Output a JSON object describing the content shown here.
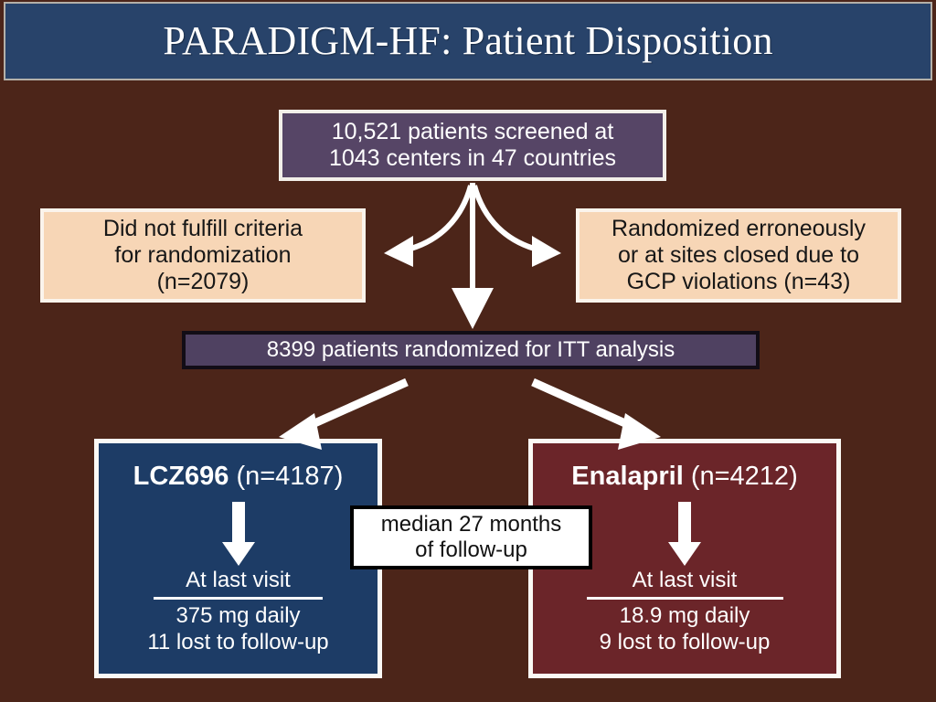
{
  "slide": {
    "background_color": "#4c2519",
    "title": "PARADIGM-HF: Patient Disposition",
    "title_bar_color": "#28436a",
    "title_text_color": "#ffffff"
  },
  "flowchart": {
    "screened": {
      "line1": "10,521 patients screened at",
      "line2": "1043 centers in 47 countries",
      "fill_color": "#564566",
      "border_color": "#f2efe9",
      "text_color": "#ffffff"
    },
    "excluded_left": {
      "line1": "Did not fulfill criteria",
      "line2": "for randomization",
      "line3": "(n=2079)",
      "fill_color": "#f7d6b6",
      "border_color": "#fbf4ec",
      "text_color": "#171717"
    },
    "excluded_right": {
      "line1": "Randomized erroneously",
      "line2": "or at sites closed due to",
      "line3": "GCP violations (n=43)",
      "fill_color": "#f7d6b6",
      "border_color": "#fbf4ec",
      "text_color": "#171717"
    },
    "itt": {
      "label": "8399 patients randomized for ITT analysis",
      "fill_color": "#4f4161",
      "border_color": "#120d16",
      "text_color": "#ffffff"
    },
    "arm_lcz": {
      "drug": "LCZ696",
      "n_label": "(n=4187)",
      "last_visit": "At last visit",
      "dose": "375 mg daily",
      "lost": "11 lost to follow-up",
      "fill_color": "#1d3c66",
      "border_color": "#fbf9f5",
      "text_color": "#ffffff"
    },
    "arm_enalapril": {
      "drug": "Enalapril",
      "n_label": "(n=4212)",
      "last_visit": "At last visit",
      "dose": "18.9 mg daily",
      "lost": "9 lost to follow-up",
      "fill_color": "#6b2529",
      "border_color": "#fbf9f5",
      "text_color": "#ffffff"
    },
    "median_followup": {
      "line1": "median 27 months",
      "line2": "of follow-up",
      "fill_color": "#ffffff",
      "border_color": "#000000",
      "text_color": "#111111"
    },
    "arrow_color": "#ffffff"
  }
}
